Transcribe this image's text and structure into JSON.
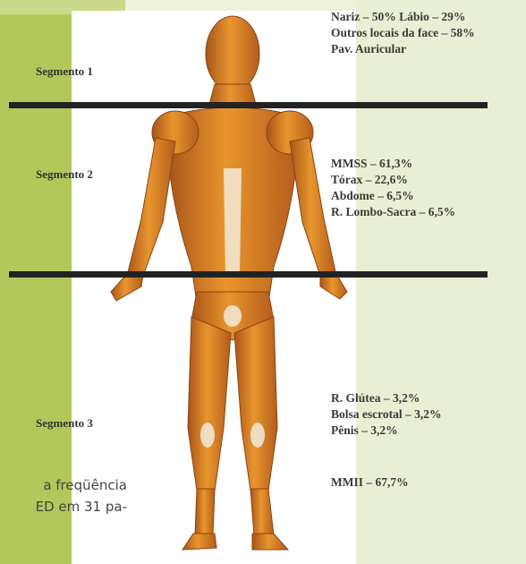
{
  "segments": [
    {
      "label": "Segmento 1"
    },
    {
      "label": "Segmento 2"
    },
    {
      "label": "Segmento 3"
    }
  ],
  "segment1_text": [
    "Nariz – 50% Lábio – 29%",
    "Outros locais da face – 58%",
    "Pav. Auricular"
  ],
  "segment2_text": [
    "MMSS – 61,3%",
    "Tórax – 22,6%",
    "Abdome – 6,5%",
    "R. Lombo-Sacra – 6,5%"
  ],
  "segment3_text": [
    "R. Glútea – 3,2%",
    "Bolsa escrotal – 3,2%",
    "Pênis – 3,2%"
  ],
  "segment3_extra": "MMII – 67,7%",
  "caption_lines": [
    "a freqüência",
    "ED em 31 pa-"
  ],
  "colors": {
    "olive_strip": "#b2c85a",
    "background": "#eef2dc",
    "divider": "#222222",
    "muscle": "#d9822b"
  },
  "figure_icon": "human-muscular-anatomy"
}
